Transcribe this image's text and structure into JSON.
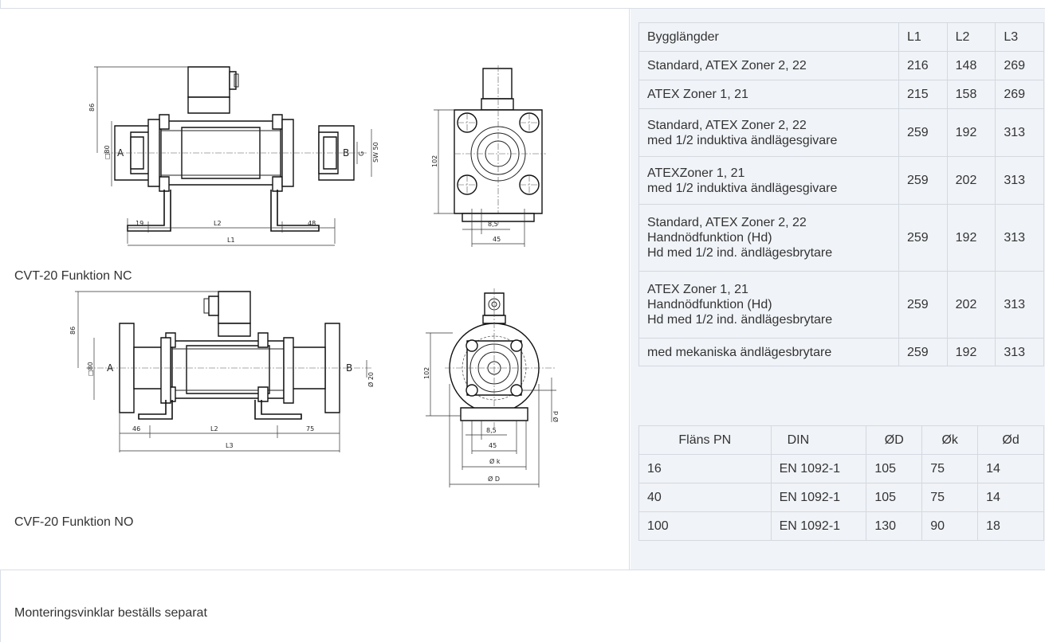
{
  "drawings": {
    "cvt_caption": "CVT-20 Funktion NC",
    "cvf_caption": "CVF-20 Funktion NO",
    "cvt_side": {
      "dim_86": "86",
      "dim_sq80": "□80",
      "port_a": "A",
      "port_b": "B",
      "dim_g": "G",
      "dim_sw": "SW 50",
      "dim_19": "19",
      "dim_l2": "L2",
      "dim_48": "48",
      "dim_l1": "L1"
    },
    "cvt_front": {
      "dim_102": "102",
      "dim_85": "8,5",
      "dim_45": "45"
    },
    "cvf_side": {
      "dim_86": "86",
      "dim_sq80": "□80",
      "port_a": "A",
      "port_b": "B",
      "dim_d20": "Ø 20",
      "dim_46": "46",
      "dim_l2": "L2",
      "dim_75": "75",
      "dim_l3": "L3"
    },
    "cvf_front": {
      "dim_102": "102",
      "dim_d": "Ø d",
      "dim_85": "8,5",
      "dim_45": "45",
      "dim_k": "Ø k",
      "dim_D": "Ø D"
    }
  },
  "lengths_table": {
    "header": [
      "Bygglängder",
      "L1",
      "L2",
      "L3"
    ],
    "rows": [
      {
        "desc": "Standard, ATEX Zoner 2, 22",
        "l1": "216",
        "l2": "148",
        "l3": "269"
      },
      {
        "desc": "ATEX Zoner 1, 21",
        "l1": "215",
        "l2": "158",
        "l3": "269"
      },
      {
        "desc1": "Standard, ATEX Zoner 2, 22",
        "desc2": "med 1/2 induktiva ändlägesgivare",
        "l1": "259",
        "l2": "192",
        "l3": "313"
      },
      {
        "desc1": "ATEXZoner 1, 21",
        "desc2": "med 1/2 induktiva ändlägesgivare",
        "l1": "259",
        "l2": "202",
        "l3": "313"
      },
      {
        "desc1": "Standard, ATEX Zoner 2, 22",
        "desc2": "Handnödfunktion (Hd)",
        "desc3": "Hd med 1/2 ind. ändlägesbrytare",
        "l1": "259",
        "l2": "192",
        "l3": "313"
      },
      {
        "desc1": "ATEX Zoner 1, 21",
        "desc2": "Handnödfunktion (Hd)",
        "desc3": "Hd med 1/2 ind. ändlägesbrytare",
        "l1": "259",
        "l2": "202",
        "l3": "313"
      },
      {
        "desc": "med mekaniska ändlägesbrytare",
        "l1": "259",
        "l2": "192",
        "l3": "313"
      }
    ]
  },
  "flange_table": {
    "header": [
      "Fläns PN",
      "DIN",
      "ØD",
      "Øk",
      "Ød"
    ],
    "rows": [
      [
        "16",
        "EN 1092-1",
        "105",
        "75",
        "14"
      ],
      [
        "40",
        "EN 1092-1",
        "105",
        "75",
        "14"
      ],
      [
        "100",
        "EN 1092-1",
        "130",
        "90",
        "18"
      ]
    ]
  },
  "footer_note": "Monteringsvinklar beställs separat"
}
